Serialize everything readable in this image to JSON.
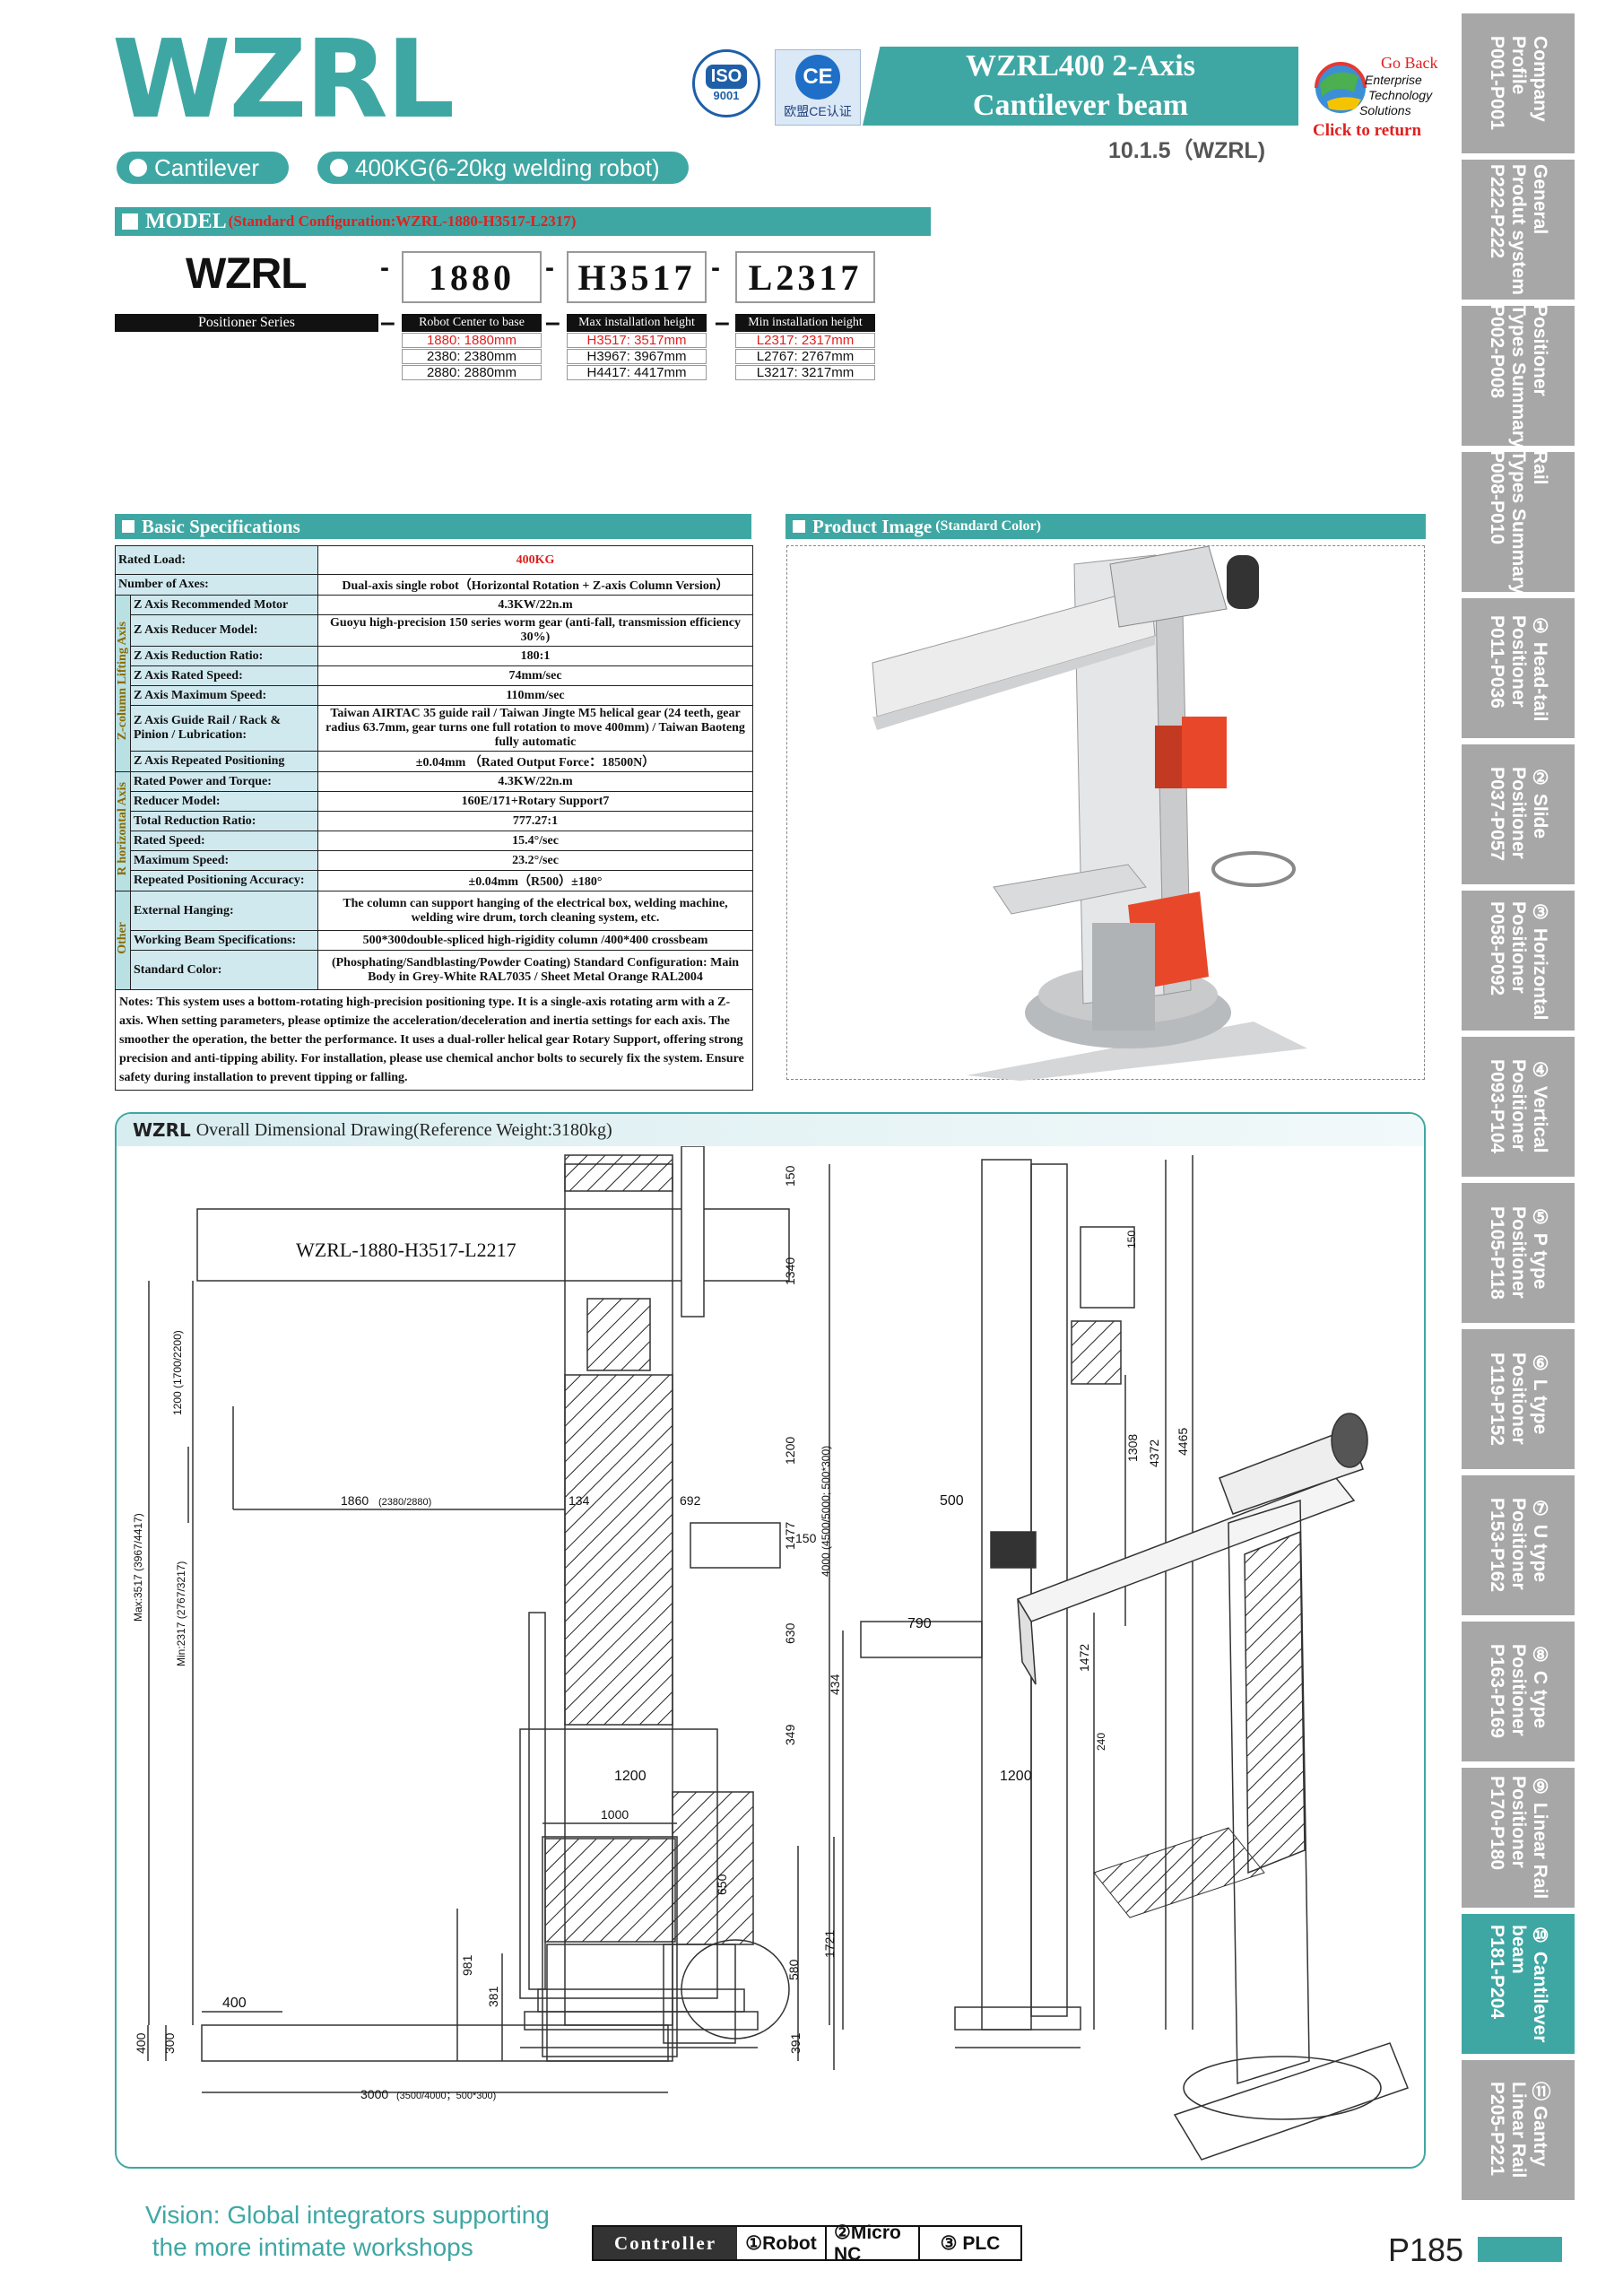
{
  "header": {
    "brand": "WZRL",
    "iso_label": "ISO",
    "iso_number": "9001",
    "ce_mark": "CE",
    "ce_label": "欧盟CE认证",
    "title_line1": "WZRL400  2-Axis",
    "title_line2": "Cantilever beam",
    "subcode": "10.1.5（WZRL)",
    "go_back": "Go Back",
    "logo_lines": [
      "Enterprise",
      "Technology",
      "Solutions"
    ],
    "click_return": "Click to return"
  },
  "pills": [
    "Cantilever",
    "400KG(6-20kg welding robot)"
  ],
  "model": {
    "heading": "MODEL",
    "heading_note": "(Standard Configuration:WZRL-1880-H3517-L2317)",
    "prefix": "WZRL",
    "series_label": "Positioner Series",
    "codes": [
      {
        "code": "1880",
        "label": "Robot Center to base",
        "options": [
          "1880: 1880mm",
          "2380: 2380mm",
          "2880: 2880mm"
        ]
      },
      {
        "code": "H3517",
        "label": "Max installation  height",
        "options": [
          "H3517: 3517mm",
          "H3967: 3967mm",
          "H4417: 4417mm"
        ]
      },
      {
        "code": "L2317",
        "label": "Min installation  height",
        "options": [
          "L2317: 2317mm",
          "L2767: 2767mm",
          "L3217: 3217mm"
        ]
      }
    ]
  },
  "specs": {
    "heading": "Basic Specifications",
    "groups": [
      "Z-column Lifting Axis",
      "R horizontal Axis",
      "Other"
    ],
    "rated_load_key": "Rated Load:",
    "rated_load_val": "400KG",
    "axes_key": "Number of Axes:",
    "axes_val": "Dual-axis single robot（Horizontal Rotation + Z-axis Column Version）",
    "z_rows": [
      [
        "Z Axis Recommended Motor",
        "4.3KW/22n.m"
      ],
      [
        "Z Axis Reducer Model:",
        "Guoyu high-precision 150 series worm gear (anti-fall, transmission efficiency 30%)"
      ],
      [
        "Z Axis  Reduction Ratio:",
        "180:1"
      ],
      [
        "Z Axis Rated Speed:",
        "74mm/sec"
      ],
      [
        "Z Axis  Maximum Speed:",
        "110mm/sec"
      ],
      [
        "Z Axis  Guide Rail / Rack & Pinion / Lubrication:",
        "Taiwan AIRTAC 35 guide rail / Taiwan Jingte M5 helical gear (24 teeth, gear radius 63.7mm, gear turns one full rotation to move 400mm) / Taiwan Baoteng fully automatic"
      ],
      [
        "Z Axis Repeated Positioning",
        "±0.04mm （Rated Output Force：18500N）"
      ]
    ],
    "r_rows": [
      [
        "Rated Power and Torque:",
        "4.3KW/22n.m"
      ],
      [
        "Reducer Model:",
        "160E/171+Rotary Support7"
      ],
      [
        "Total Reduction Ratio:",
        "777.27:1"
      ],
      [
        "Rated Speed:",
        "15.4°/sec"
      ],
      [
        "Maximum Speed:",
        "23.2°/sec"
      ],
      [
        "Repeated Positioning Accuracy:",
        "±0.04mm（R500）±180°"
      ]
    ],
    "o_rows": [
      [
        "External Hanging:",
        "The column can support hanging of the electrical box, welding machine, welding wire drum, torch cleaning system, etc."
      ],
      [
        "Working Beam Specifications:",
        "500*300double-spliced high-rigidity column /400*400 crossbeam"
      ],
      [
        "Standard Color:",
        "(Phosphating/Sandblasting/Powder Coating) Standard Configuration: Main Body in Grey-White RAL7035 / Sheet Metal Orange RAL2004"
      ]
    ],
    "notes": "Notes: This system uses a bottom-rotating high-precision positioning type. It is a single-axis rotating arm with a Z-axis. When setting parameters, please optimize the acceleration/deceleration and inertia settings for each axis. The smoother the operation, the better the performance. It uses a dual-roller helical gear Rotary Support, offering strong precision and anti-tipping ability. For installation, please use chemical anchor bolts to securely fix the system. Ensure safety during installation to prevent tipping or falling."
  },
  "product_image": {
    "heading": "Product Image",
    "heading_note": "(Standard Color)"
  },
  "drawing": {
    "heading_prefix": "WZRL",
    "heading": "Overall Dimensional Drawing(Reference Weight:3180kg)",
    "model_label": "WZRL-1880-H3517-L2217",
    "dims": {
      "d150a": "150",
      "d1340": "1340",
      "d1200": "1200",
      "d150b": "150",
      "d1477": "1477",
      "d630": "630",
      "d349": "349",
      "d1200_1700": "1200 (1700/2200)",
      "d1860": "1860",
      "d1860n": "(2380/2880)",
      "d134": "134",
      "d692": "692",
      "dmax": "Max:3517 (3967/4417)",
      "dmin": "Min:2317 (2767/3217)",
      "d1200w": "1200",
      "d500": "500",
      "d790": "790",
      "d434": "434",
      "d1308": "1308",
      "d4372": "4372",
      "d4465": "4465",
      "d1472": "1472",
      "d4000": "4000 (4500/5000; 500*300)",
      "d150c": "150",
      "d240": "240",
      "d1200w2": "1200",
      "d1000": "1000",
      "d650": "650",
      "d981": "981",
      "d381": "381",
      "d580": "580",
      "d1721": "1721",
      "d391": "391",
      "d400a": "400",
      "d400b": "400",
      "d300": "300",
      "d3000": "3000",
      "d3000n": "(3500/4000；500*300)"
    }
  },
  "tabs": [
    {
      "name": "Company\nProfile",
      "pages": "P001-P001"
    },
    {
      "name": "General\nProdut system",
      "pages": "P222-P222"
    },
    {
      "name": "Positioner\nTypes Summary",
      "pages": "P002-P008"
    },
    {
      "name": "Rail\nTypes Summary",
      "pages": "P008-P010"
    },
    {
      "name": "① Head-tail\nPositioner",
      "pages": "P011-P036"
    },
    {
      "name": "② Slide\nPositioner",
      "pages": "P037-P057"
    },
    {
      "name": "③ Horizontal\nPositioner",
      "pages": "P058-P092"
    },
    {
      "name": "④ Vertical\nPositioner",
      "pages": "P093-P104"
    },
    {
      "name": "⑤ P type\nPositioner",
      "pages": "P105-P118"
    },
    {
      "name": "⑥ L type\nPositioner",
      "pages": "P119-P152"
    },
    {
      "name": "⑦ U type\nPositioner",
      "pages": "P153-P162"
    },
    {
      "name": "⑧ C type\nPositioner",
      "pages": "P163-P169"
    },
    {
      "name": "⑨ Linear Rail\nPositioner",
      "pages": "P170-P180"
    },
    {
      "name": "⑩ Cantilever\nbeam",
      "pages": "P181-P204"
    },
    {
      "name": "⑪ Gantry\nLinear Rail",
      "pages": "P205-P221"
    }
  ],
  "active_tab": 13,
  "footer": {
    "vision_line1": "Vision: Global integrators supporting",
    "vision_line2": " the more intimate workshops",
    "controller": "Controller",
    "robot": "①Robot",
    "micro": "②Micro NC",
    "plc": "③ PLC",
    "page": "P185"
  },
  "colors": {
    "accent": "#3fa7a3",
    "tab_gray": "#a7a7a7",
    "red": "#e02020",
    "orange": "#e8472a"
  }
}
